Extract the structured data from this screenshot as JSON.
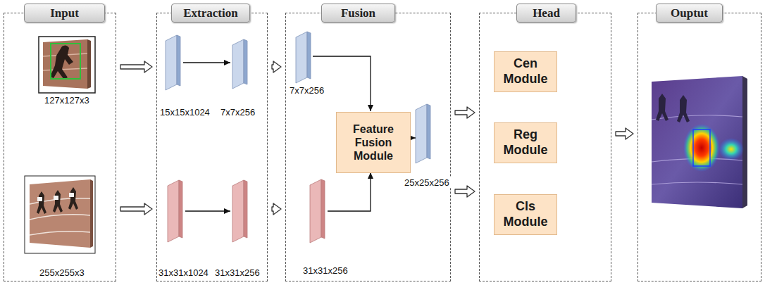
{
  "diagram": {
    "nodes": [
      {
        "text": [
          "Input"
        ]
      },
      {
        "text": [
          "Extraction"
        ]
      },
      {
        "text": [
          "Fusion"
        ]
      },
      {
        "text": [
          "Head"
        ]
      },
      {
        "text": [
          "Ouptut"
        ]
      },
      {
        "text": [
          "Feature Fusion Module"
        ],
        "in": 2
      },
      {
        "text": [
          "Cen Module"
        ],
        "in": 3
      },
      {
        "text": [
          "Reg Module"
        ],
        "in": 3
      },
      {
        "text": [
          "Cls Module"
        ],
        "in": 3
      }
    ],
    "edges": [
      {
        "from": 0,
        "to": 1,
        "arrow": "to"
      },
      {
        "from": 0,
        "to": 1,
        "arrow": "to"
      },
      {
        "from": 1,
        "to": 2,
        "arrow": "to"
      },
      {
        "from": 1,
        "to": 2,
        "arrow": "to"
      },
      {
        "from": 2,
        "to": 3,
        "arrow": "to"
      },
      {
        "from": 2,
        "to": 3,
        "arrow": "to"
      },
      {
        "from": 3,
        "to": 4,
        "arrow": "to"
      }
    ],
    "labels": [
      "127x127x3",
      "255x255x3",
      "15x15x1024",
      "7x7x256",
      "31x31x1024",
      "31x31x256",
      "7x7x256",
      "31x31x256",
      "25x25x256"
    ]
  }
}
